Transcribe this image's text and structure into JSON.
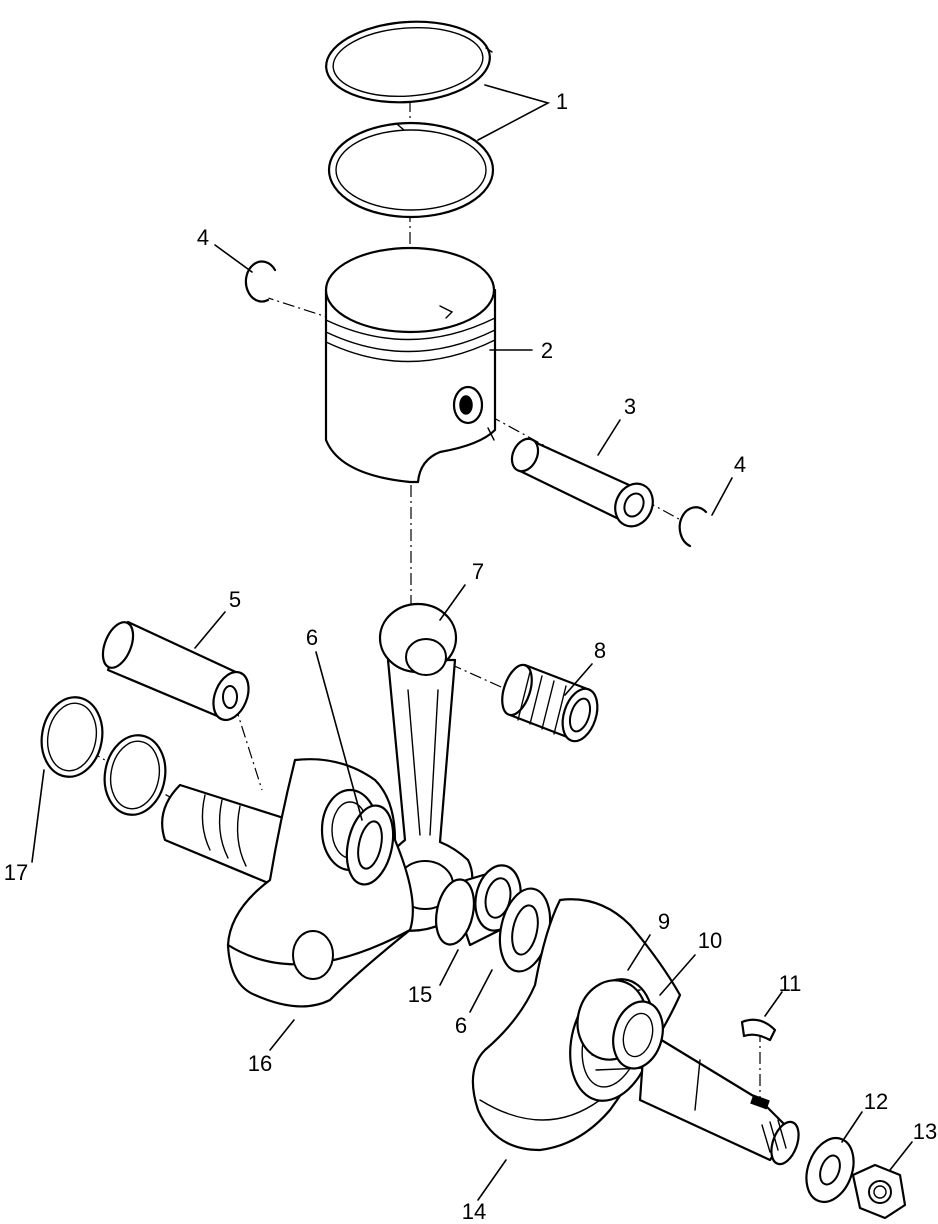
{
  "diagram": {
    "colors": {
      "line": "#000000",
      "background": "#ffffff"
    },
    "callouts": {
      "c1": "1",
      "c2": "2",
      "c3": "3",
      "c4a": "4",
      "c4b": "4",
      "c5": "5",
      "c6a": "6",
      "c6b": "6",
      "c7": "7",
      "c8": "8",
      "c9": "9",
      "c10": "10",
      "c11": "11",
      "c12": "12",
      "c13": "13",
      "c14": "14",
      "c15": "15",
      "c16": "16",
      "c17": "17"
    }
  }
}
